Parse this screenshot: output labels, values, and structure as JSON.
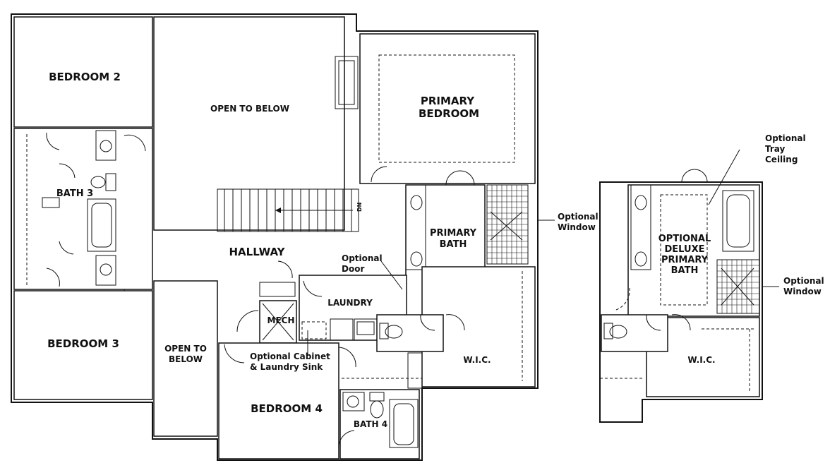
{
  "rooms": {
    "bedroom2": "BEDROOM 2",
    "open_to_below_top": "OPEN TO BELOW",
    "primary_bedroom_1": "PRIMARY",
    "primary_bedroom_2": "BEDROOM",
    "bath3": "BATH 3",
    "hallway": "HALLWAY",
    "primary_bath_1": "PRIMARY",
    "primary_bath_2": "BATH",
    "laundry": "LAUNDRY",
    "mech": "MECH",
    "bedroom3": "BEDROOM 3",
    "open_to_below_1": "OPEN TO",
    "open_to_below_2": "BELOW",
    "bedroom4": "BEDROOM 4",
    "bath4": "BATH 4",
    "wic_main": "W.I.C.",
    "wic_alt": "W.I.C.",
    "deluxe_1": "OPTIONAL",
    "deluxe_2": "DELUXE",
    "deluxe_3": "PRIMARY",
    "deluxe_4": "BATH"
  },
  "callouts": {
    "optional_window_1a": "Optional",
    "optional_window_1b": "Window",
    "optional_door_a": "Optional",
    "optional_door_b": "Door",
    "optional_cabinet_a": "Optional Cabinet",
    "optional_cabinet_b": "& Laundry Sink",
    "tray_a": "Optional",
    "tray_b": "Tray",
    "tray_c": "Ceiling",
    "optional_window_2a": "Optional",
    "optional_window_2b": "Window",
    "stair_dn": "DN"
  }
}
